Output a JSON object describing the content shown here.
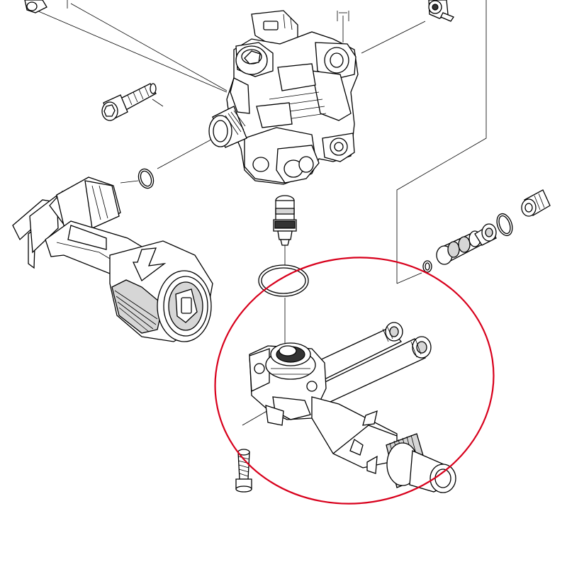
{
  "diagram": {
    "kind": "exploded-parts-view",
    "parts": [
      {
        "id": "pump-head",
        "icon": "pump-head-icon"
      },
      {
        "id": "socket-head-screw",
        "icon": "screw-icon"
      },
      {
        "id": "o-ring-small",
        "icon": "o-ring-icon"
      },
      {
        "id": "nozzle-coupler-housing",
        "icon": "coupler-icon"
      },
      {
        "id": "valve-cartridge",
        "icon": "valve-icon"
      },
      {
        "id": "o-ring-large",
        "icon": "o-ring-icon"
      },
      {
        "id": "manifold",
        "icon": "manifold-icon"
      },
      {
        "id": "bolt",
        "icon": "bolt-icon"
      },
      {
        "id": "check-valve-assembly",
        "icon": "check-valve-icon"
      },
      {
        "id": "fitting-plug",
        "icon": "fitting-icon"
      }
    ],
    "highlight": {
      "shape": "ellipse",
      "color": "#d8001c",
      "target": "manifold"
    },
    "colors": {
      "line": "#000000",
      "shade": "#d6d6d6",
      "background": "#ffffff"
    }
  }
}
